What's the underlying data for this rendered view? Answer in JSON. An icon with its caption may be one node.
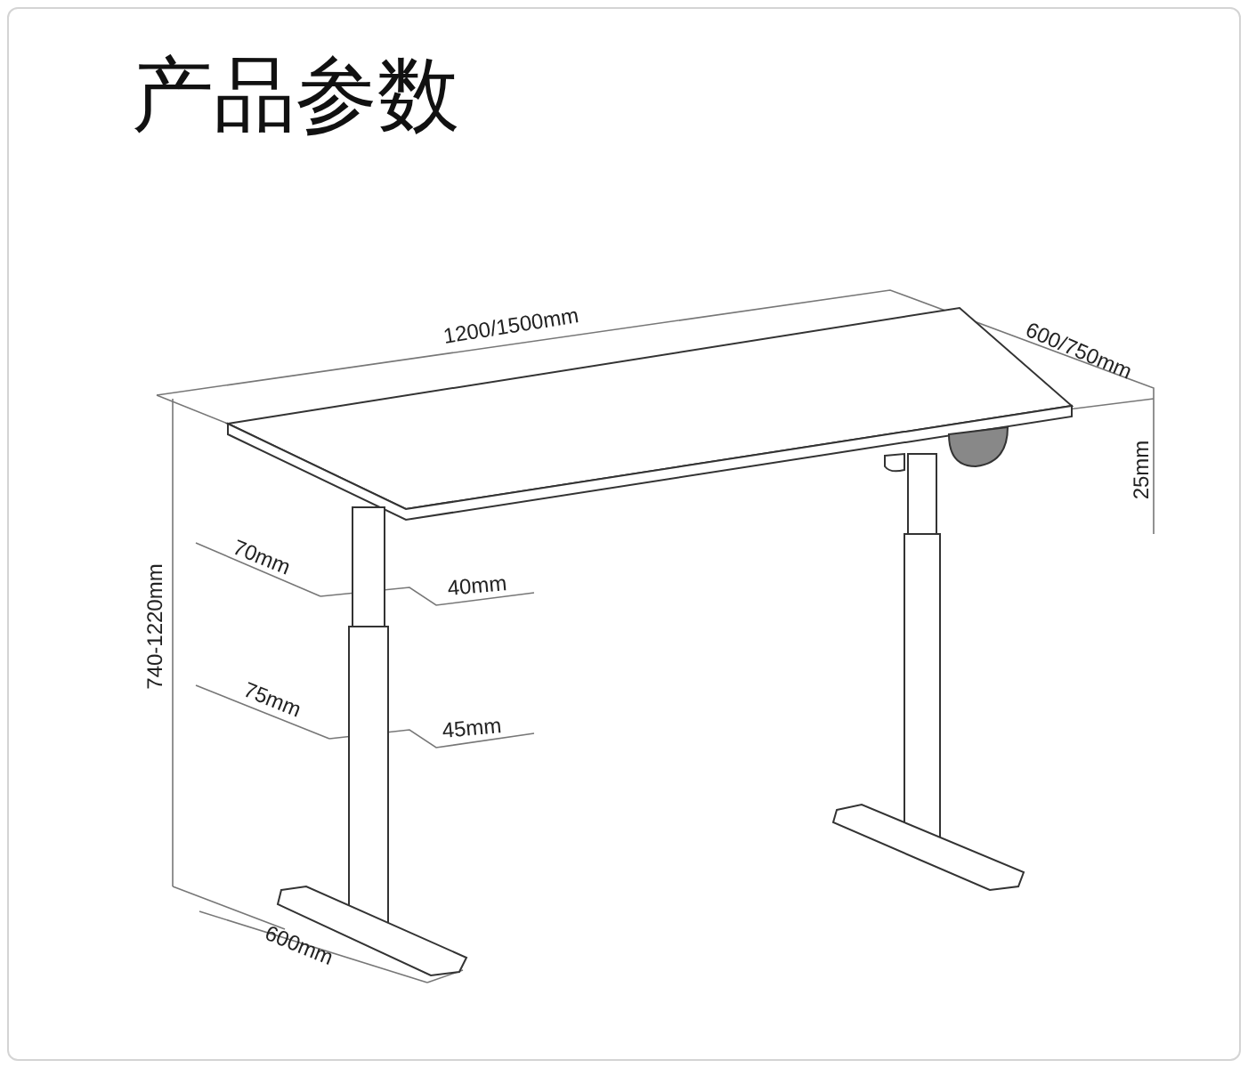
{
  "diagram": {
    "title": "产品参数",
    "labels": [
      "1200/1500mm",
      "600/750mm",
      "25mm",
      "740-1220mm",
      "70mm",
      "40mm",
      "75mm",
      "45mm",
      "600mm"
    ]
  }
}
